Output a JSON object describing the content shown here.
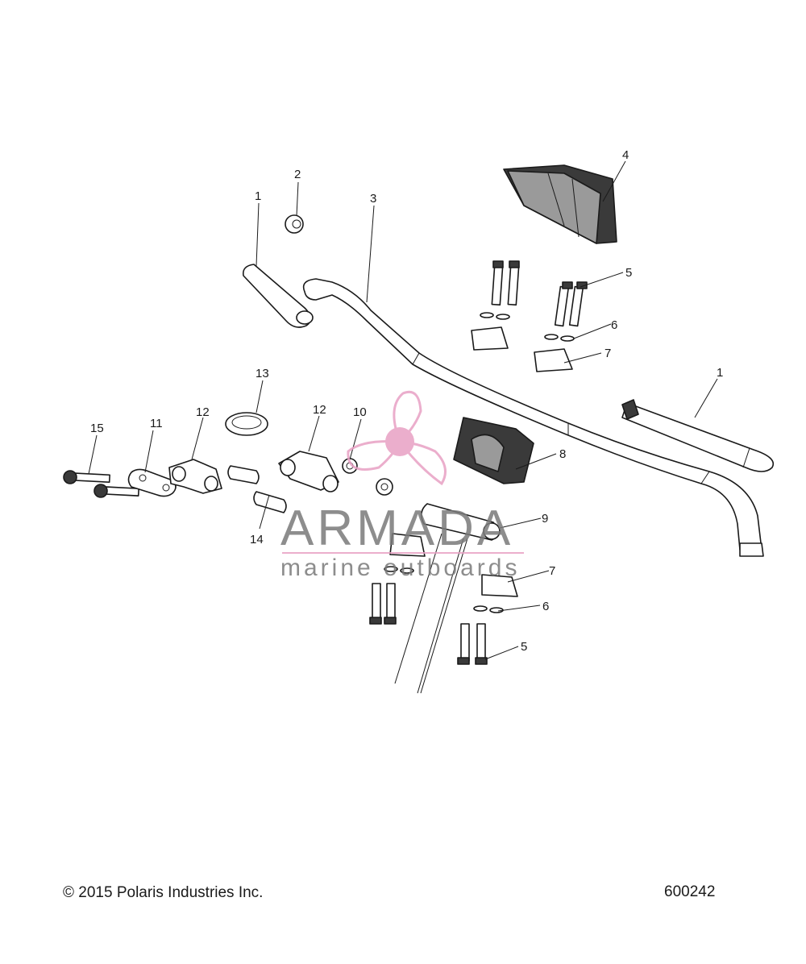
{
  "diagram": {
    "callouts": [
      "1",
      "2",
      "3",
      "4",
      "5",
      "6",
      "7",
      "1",
      "8",
      "9",
      "10",
      "11",
      "12",
      "12",
      "13",
      "14",
      "15",
      "7",
      "6",
      "5"
    ]
  },
  "watermark": {
    "brand": "ARMADA",
    "tagline": "marine outboards",
    "accent_color": "#e8a0c4"
  },
  "footer": {
    "copyright": "© 2015 Polaris Industries Inc.",
    "drawing_number": "600242"
  }
}
